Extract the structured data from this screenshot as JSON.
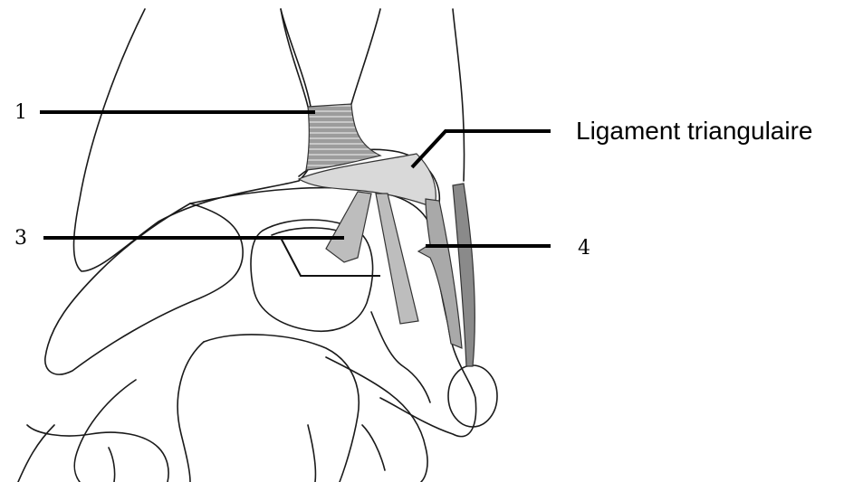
{
  "labels": {
    "one": "1",
    "three": "3",
    "four": "4",
    "triangular": "Ligament triangulaire"
  },
  "colors": {
    "outline": "#1a1a1a",
    "ligament_fill": "#c8c8c8",
    "ligament_dark": "#8a8a8a"
  }
}
